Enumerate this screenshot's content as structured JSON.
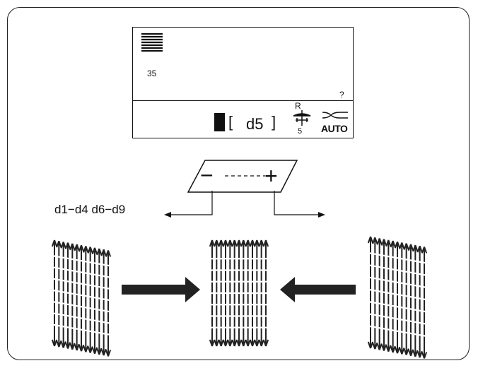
{
  "lcd": {
    "stitch_count": "35",
    "help_symbol": "?",
    "bracket_open": "[",
    "pattern_code": "d5",
    "bracket_close": "]",
    "foot_letter": "R",
    "foot_number": "5",
    "auto_label": "AUTO"
  },
  "adjuster": {
    "minus": "−",
    "plus": "+"
  },
  "range_label": "d1−d4 d6−d9",
  "icons": {
    "stitch_pattern": "satin-stitch-icon",
    "presser_foot": "presser-foot-icon",
    "thread_cutter": "thread-cutter-icon"
  }
}
